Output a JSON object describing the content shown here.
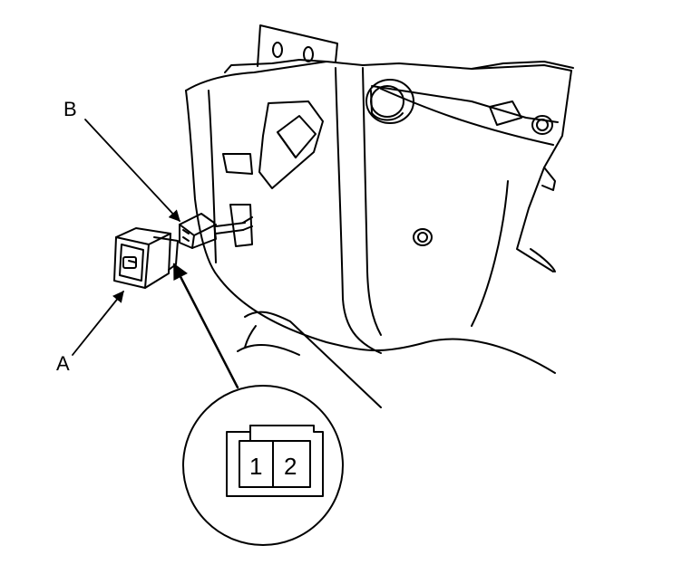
{
  "callouts": {
    "a": "A",
    "b": "B"
  },
  "connector_face": {
    "pins": [
      "1",
      "2"
    ]
  },
  "colors": {
    "ink": "#000000",
    "paper": "#ffffff"
  }
}
